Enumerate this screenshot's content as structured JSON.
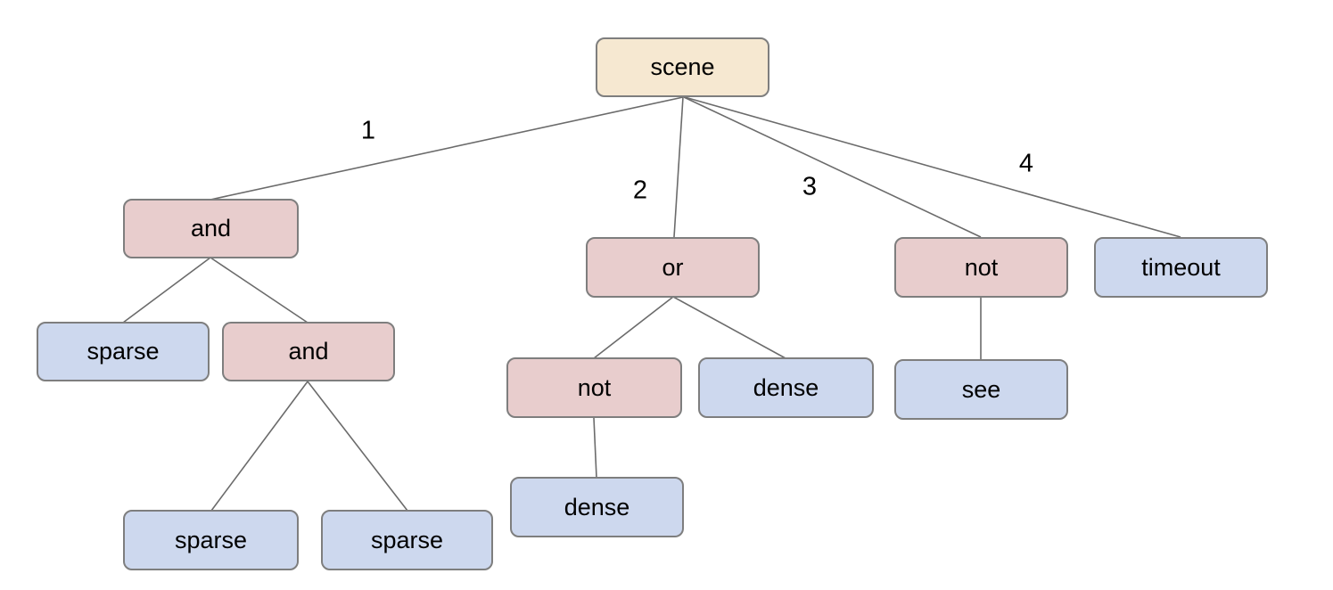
{
  "diagram": {
    "type": "tree",
    "colors": {
      "root_fill": "#f6e8d1",
      "operator_fill": "#e8cdcd",
      "leaf_fill": "#cdd8ee",
      "node_border": "#7e7e7e",
      "edge_line": "#6b6b6b",
      "text": "#000000",
      "background": "#ffffff"
    },
    "nodes": [
      {
        "id": "scene",
        "label": "scene",
        "type": "root"
      },
      {
        "id": "and-1",
        "label": "and",
        "type": "operator"
      },
      {
        "id": "or-1",
        "label": "or",
        "type": "operator"
      },
      {
        "id": "not-1",
        "label": "not",
        "type": "operator"
      },
      {
        "id": "timeout",
        "label": "timeout",
        "type": "leaf"
      },
      {
        "id": "sparse-1",
        "label": "sparse",
        "type": "leaf"
      },
      {
        "id": "and-2",
        "label": "and",
        "type": "operator"
      },
      {
        "id": "not-2",
        "label": "not",
        "type": "operator"
      },
      {
        "id": "dense-1",
        "label": "dense",
        "type": "leaf"
      },
      {
        "id": "see",
        "label": "see",
        "type": "leaf"
      },
      {
        "id": "sparse-2",
        "label": "sparse",
        "type": "leaf"
      },
      {
        "id": "sparse-3",
        "label": "sparse",
        "type": "leaf"
      },
      {
        "id": "dense-2",
        "label": "dense",
        "type": "leaf"
      }
    ],
    "edges": [
      {
        "from": "scene",
        "to": "and-1",
        "label": "1"
      },
      {
        "from": "scene",
        "to": "or-1",
        "label": "2"
      },
      {
        "from": "scene",
        "to": "not-1",
        "label": "3"
      },
      {
        "from": "scene",
        "to": "timeout",
        "label": "4"
      },
      {
        "from": "and-1",
        "to": "sparse-1",
        "label": ""
      },
      {
        "from": "and-1",
        "to": "and-2",
        "label": ""
      },
      {
        "from": "and-2",
        "to": "sparse-2",
        "label": ""
      },
      {
        "from": "and-2",
        "to": "sparse-3",
        "label": ""
      },
      {
        "from": "or-1",
        "to": "not-2",
        "label": ""
      },
      {
        "from": "or-1",
        "to": "dense-1",
        "label": ""
      },
      {
        "from": "not-2",
        "to": "dense-2",
        "label": ""
      },
      {
        "from": "not-1",
        "to": "see",
        "label": ""
      }
    ]
  }
}
